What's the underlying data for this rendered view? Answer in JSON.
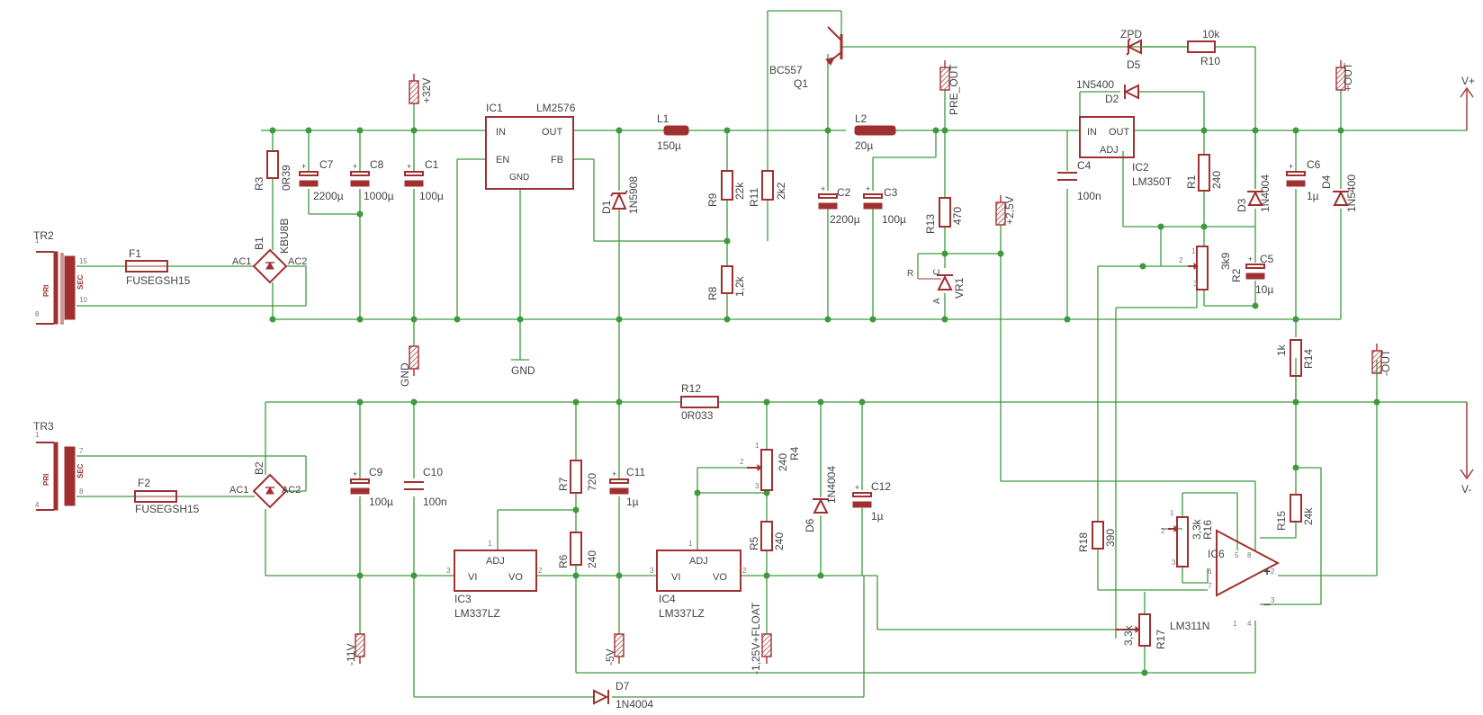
{
  "components": {
    "tr2": {
      "name": "TR2",
      "pri": "PRI",
      "sec": "SEC",
      "p1": "1",
      "p2": "8",
      "s1": "15",
      "s2": "10"
    },
    "tr3": {
      "name": "TR3",
      "pri": "PRI",
      "sec": "SEC",
      "p1": "1",
      "p2": "4",
      "s1": "7",
      "s2": "8"
    },
    "f1": {
      "name": "F1",
      "value": "FUSEGSH15"
    },
    "f2": {
      "name": "F2",
      "value": "FUSEGSH15"
    },
    "b1": {
      "name": "B1",
      "value": "KBU8B",
      "ac1": "AC1",
      "ac2": "AC2"
    },
    "b2": {
      "name": "B2",
      "ac1": "AC1",
      "ac2": "AC2"
    },
    "r3": {
      "name": "R3",
      "value": "0R39"
    },
    "c7": {
      "name": "C7",
      "value": "2200µ"
    },
    "c8": {
      "name": "C8",
      "value": "1000µ"
    },
    "c1": {
      "name": "C1",
      "value": "100µ"
    },
    "ic1": {
      "name": "IC1",
      "value": "LM2576",
      "in": "IN",
      "out": "OUT",
      "en": "EN",
      "fb": "FB",
      "gnd": "GND"
    },
    "l1": {
      "name": "L1",
      "value": "150µ"
    },
    "d1": {
      "name": "D1",
      "value": "1N5908"
    },
    "r9": {
      "name": "R9",
      "value": "22k"
    },
    "r11": {
      "name": "R11",
      "value": "2k2"
    },
    "r8": {
      "name": "R8",
      "value": "1,2k"
    },
    "q1": {
      "name": "Q1",
      "value": "BC557"
    },
    "c2": {
      "name": "C2",
      "value": "2200µ"
    },
    "l2": {
      "name": "L2",
      "value": "20µ"
    },
    "c3": {
      "name": "C3",
      "value": "100µ"
    },
    "r13": {
      "name": "R13",
      "value": "470"
    },
    "vr1": {
      "name": "VR1",
      "a": "A",
      "c": "C",
      "r": "R"
    },
    "d5": {
      "name": "D5",
      "value": "ZPD"
    },
    "r10": {
      "name": "R10",
      "value": "10k"
    },
    "d2": {
      "name": "D2",
      "value": "1N5400"
    },
    "c4": {
      "name": "C4",
      "value": "100n"
    },
    "ic2": {
      "name": "IC2",
      "value": "LM350T",
      "in": "IN",
      "out": "OUT",
      "adj": "ADJ"
    },
    "r1": {
      "name": "R1",
      "value": "240"
    },
    "r2": {
      "name": "R2",
      "value": "3k9"
    },
    "d3": {
      "name": "D3",
      "value": "1N4004"
    },
    "c6": {
      "name": "C6",
      "value": "1µ"
    },
    "d4": {
      "name": "D4",
      "value": "1N5400"
    },
    "c5": {
      "name": "C5",
      "value": "10µ"
    },
    "r14": {
      "name": "R14",
      "value": "1k"
    },
    "c9": {
      "name": "C9",
      "value": "100µ"
    },
    "c10": {
      "name": "C10",
      "value": "100n"
    },
    "r12": {
      "name": "R12",
      "value": "0R033"
    },
    "r7": {
      "name": "R7",
      "value": "720"
    },
    "r6": {
      "name": "R6",
      "value": "240"
    },
    "c11": {
      "name": "C11",
      "value": "1µ"
    },
    "ic3": {
      "name": "IC3",
      "value": "LM337LZ",
      "adj": "ADJ",
      "vi": "VI",
      "vo": "VO"
    },
    "ic4": {
      "name": "IC4",
      "value": "LM337LZ",
      "adj": "ADJ",
      "vi": "VI",
      "vo": "VO"
    },
    "r4": {
      "name": "R4",
      "value": "240"
    },
    "r5": {
      "name": "R5",
      "value": "240"
    },
    "d6": {
      "name": "D6",
      "value": "1N4004"
    },
    "c12": {
      "name": "C12",
      "value": "1µ"
    },
    "r18": {
      "name": "R18",
      "value": "390"
    },
    "r16": {
      "name": "R16",
      "value": "3,3k"
    },
    "ic6": {
      "name": "IC6",
      "value": "LM311N"
    },
    "r15": {
      "name": "R15",
      "value": "24k"
    },
    "r17": {
      "name": "R17",
      "value": "3,3k"
    },
    "d7": {
      "name": "D7",
      "value": "1N4004"
    }
  },
  "supplies": {
    "p32v": "+32V",
    "gnd_plug": "GND",
    "gnd": "GND",
    "pre_out": "PRE_OUT",
    "p2v5": "+2,5V",
    "pout": "+OUT",
    "vplus": "V+",
    "mout": "-OUT",
    "vminus": "V-",
    "m11v": "-11V",
    "m5v": "-5V",
    "float": "-1,25V+FLOAT"
  },
  "colors": {
    "wire": "#3d9a3d",
    "component": "#a03030",
    "label": "#444444"
  }
}
